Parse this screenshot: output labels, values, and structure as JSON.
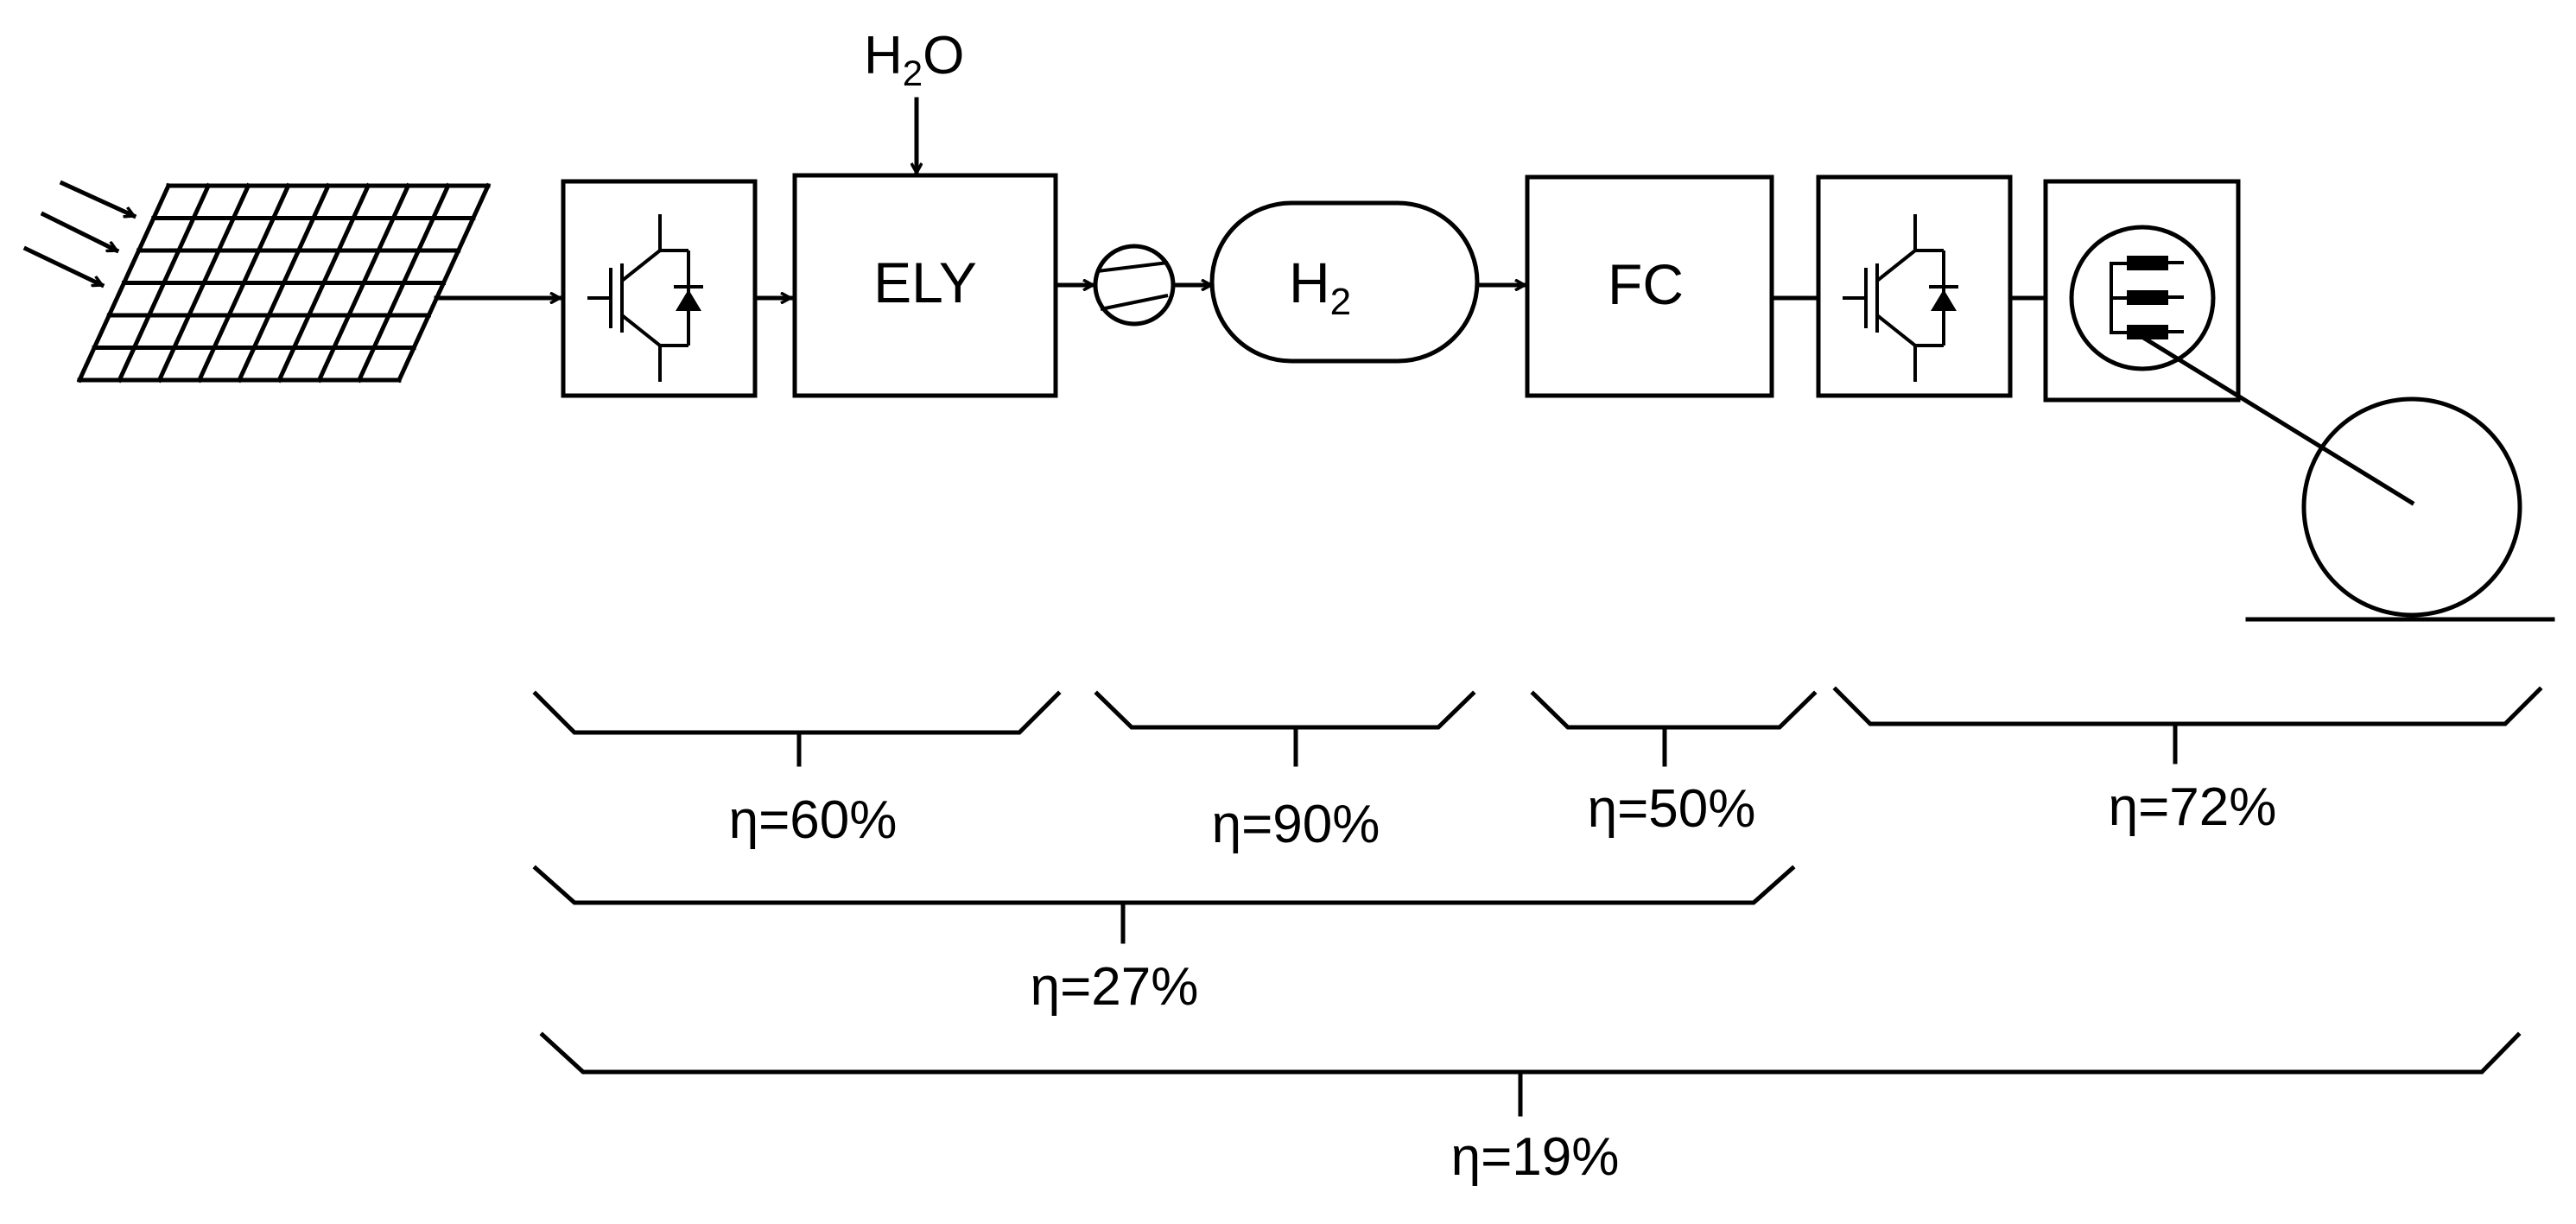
{
  "diagram": {
    "water_input": {
      "main": "H",
      "sub": "2",
      "tail": "O"
    },
    "electrolyzer_label": "ELY",
    "tank_label": {
      "main": "H",
      "sub": "2"
    },
    "fuel_cell_label": "FC"
  },
  "efficiencies": {
    "electrolysis": "η=60%",
    "compression_storage": "η=90%",
    "fuel_cell": "η=50%",
    "drive": "η=72%",
    "power_to_power": "η=27%",
    "overall": "η=19%"
  }
}
